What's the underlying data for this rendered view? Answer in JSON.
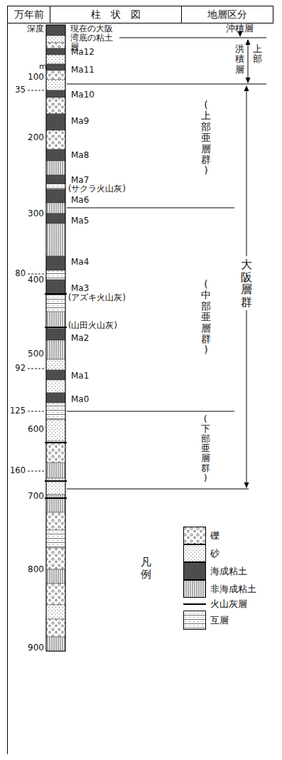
{
  "diagram": {
    "nodes": [
      {
        "text": [
          "万年前"
        ]
      },
      {
        "text": [
          "柱　状　図"
        ]
      },
      {
        "text": [
          "地層区分"
        ]
      }
    ],
    "labels": [
      "深度",
      "m",
      "100",
      "200",
      "300",
      "400",
      "500",
      "600",
      "700",
      "800",
      "900",
      "35",
      "80",
      "92",
      "125",
      "160",
      "現在の大阪湾底の粘土層",
      "Ma12",
      "Ma11",
      "Ma10",
      "Ma9",
      "Ma8",
      "Ma7",
      "(サクラ火山灰)",
      "Ma6",
      "Ma5",
      "Ma4",
      "Ma3",
      "(アズキ火山灰)",
      "(山田火山灰)",
      "Ma2",
      "Ma1",
      "Ma0",
      "沖積層",
      "上部",
      "洪積層",
      "(上部亜層群)",
      "(中部亜層群)",
      "(下部亜層群)",
      "大阪層群",
      "凡例"
    ],
    "legend": [
      {
        "text": "礫"
      },
      {
        "text": "砂"
      },
      {
        "text": "海成粘土",
        "color": "#4d4d4d"
      },
      {
        "text": "非海成粘土"
      },
      {
        "text": "火山灰層"
      },
      {
        "text": "互層"
      }
    ]
  }
}
